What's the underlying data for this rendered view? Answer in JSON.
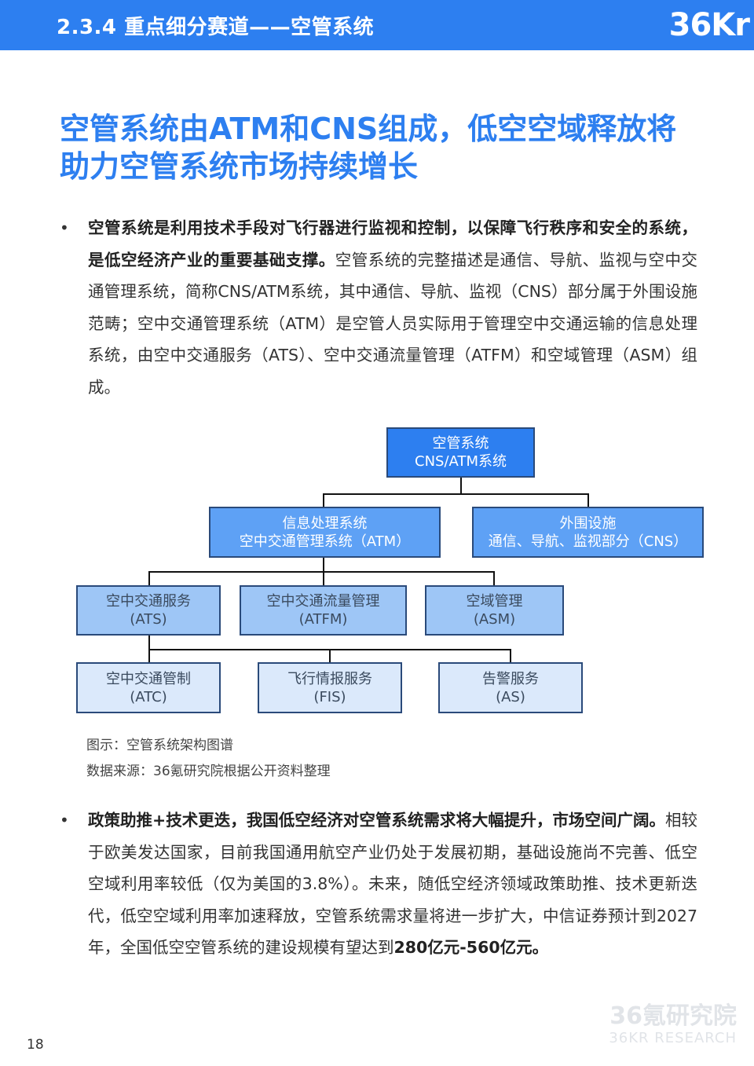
{
  "header": {
    "section_title": "2.3.4 重点细分赛道——空管系统",
    "logo_text": "36Kr"
  },
  "heading": {
    "line1": "空管系统由ATM和CNS组成，低空空域释放将",
    "line2": "助力空管系统市场持续增长"
  },
  "bullet1": {
    "bold": "空管系统是利用技术手段对飞行器进行监视和控制，以保障飞行秩序和安全的系统，是低空经济产业的重要基础支撑。",
    "text": "空管系统的完整描述是通信、导航、监视与空中交通管理系统，简称CNS/ATM系统，其中通信、导航、监视（CNS）部分属于外围设施范畴；空中交通管理系统（ATM）是空管人员实际用于管理空中交通运输的信息处理系统，由空中交通服务（ATS）、空中交通流量管理（ATFM）和空域管理（ASM）组成。"
  },
  "diagram": {
    "root": {
      "line1": "空管系统",
      "line2": "CNS/ATM系统"
    },
    "atm": {
      "line1": "信息处理系统",
      "line2": "空中交通管理系统（ATM）"
    },
    "cns": {
      "line1": "外围设施",
      "line2": "通信、导航、监视部分（CNS）"
    },
    "ats": {
      "line1": "空中交通服务",
      "line2": "(ATS)"
    },
    "atfm": {
      "line1": "空中交通流量管理",
      "line2": "(ATFM)"
    },
    "asm": {
      "line1": "空域管理",
      "line2": "(ASM)"
    },
    "atc": {
      "line1": "空中交通管制",
      "line2": "(ATC)"
    },
    "fis": {
      "line1": "飞行情报服务",
      "line2": "(FIS)"
    },
    "as": {
      "line1": "告警服务",
      "line2": "(AS)"
    },
    "colors": {
      "root": "#2d7ff0",
      "level1": "#5ea1f5",
      "level2": "#9ec6f6",
      "level3": "#dbe9fb"
    }
  },
  "caption": {
    "figure": "图示：空管系统架构图谱",
    "source": "数据来源：36氪研究院根据公开资料整理"
  },
  "bullet2": {
    "bold_start": "政策助推+技术更迭，我国低空经济对空管系统需求将大幅提升，市场空间广阔。",
    "text": "相较于欧美发达国家，目前我国通用航空产业仍处于发展初期，基础设施尚不完善、低空空域利用率较低（仅为美国的3.8%）。未来，随低空经济领域政策助推、技术更新迭代，低空空域利用率加速释放，空管系统需求量将进一步扩大，中信证券预计到2027年，全国低空空管系统的建设规模有望达到",
    "bold_end": "280亿元-560亿元。"
  },
  "footer": {
    "page_number": "18",
    "watermark_cn": "36氪研究院",
    "watermark_en": "36KR RESEARCH"
  }
}
